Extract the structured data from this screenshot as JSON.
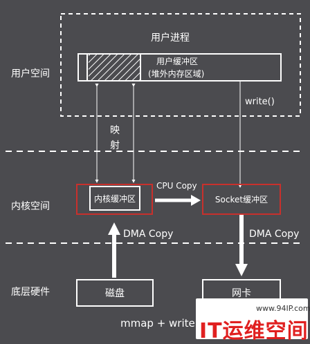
{
  "regions": {
    "user_space": "用户空间",
    "kernel_space": "内核空间",
    "hardware": "底层硬件"
  },
  "user_process": {
    "title": "用户进程",
    "buffer_line1": "用户缓冲区",
    "buffer_line2": "(堆外内存区域)",
    "write_label": "write()"
  },
  "mapping_label": "映\n射",
  "kernel": {
    "kernel_buffer": "内核缓冲区",
    "socket_buffer": "Socket缓冲区",
    "cpu_copy": "CPU Copy"
  },
  "hardware": {
    "disk": "磁盘",
    "network": "网卡",
    "dma_copy_left": "DMA Copy",
    "dma_copy_right": "DMA Copy"
  },
  "caption": "mmap + write",
  "watermark": {
    "url": "www.94IP.com",
    "logo": "IT运维空间"
  },
  "colors": {
    "background": "#4b4b4f",
    "line": "#ffffff",
    "highlight_border": "#c9302c",
    "watermark_red": "#e02020"
  }
}
